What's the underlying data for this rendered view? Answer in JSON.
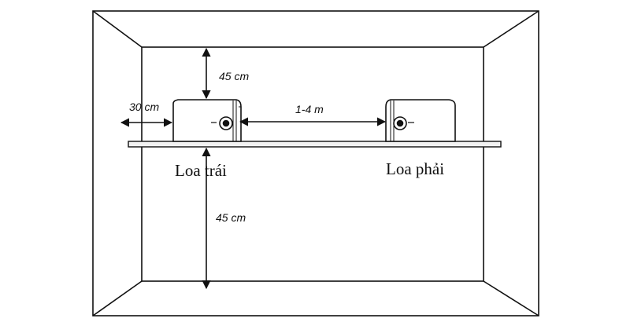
{
  "labels": {
    "top_clearance": "45 cm",
    "side_clearance": "30 cm",
    "speaker_spacing": "1-4 m",
    "floor_clearance": "45 cm",
    "left_speaker": "Loa trái",
    "right_speaker": "Loa phải"
  },
  "colors": {
    "line": "#111111",
    "wall_fill": "#ffffff",
    "shelf_fill": "#f2f2f2"
  }
}
